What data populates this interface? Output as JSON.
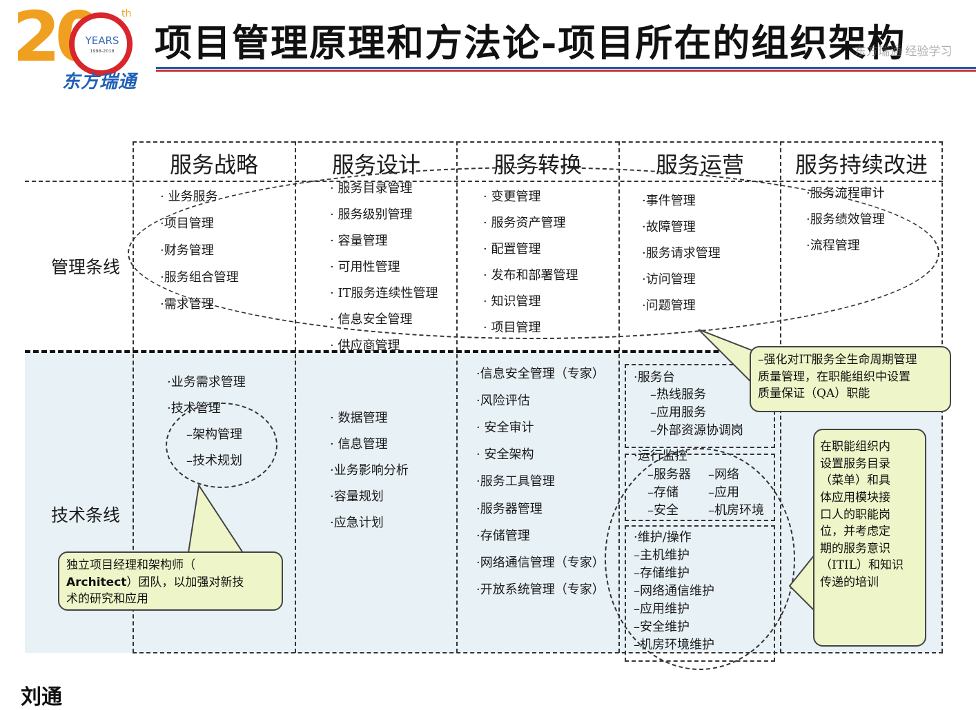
{
  "header": {
    "logo": {
      "number": "20",
      "sup": "th",
      "years": "YEARS",
      "sub": "1998-2018",
      "name": "东方瑞通"
    },
    "title": "项目管理原理和方法论-项目所在的组织架构",
    "watermark": "东方瑞通   经验学习"
  },
  "columns": [
    "服务战略",
    "服务设计",
    "服务转换",
    "服务运营",
    "服务持续改进"
  ],
  "rows": [
    "管理条线",
    "技术条线"
  ],
  "management": {
    "strategy": [
      "· 业务服务",
      "·项目管理",
      "·财务管理",
      "·服务组合管理",
      "·需求管理"
    ],
    "design": [
      "· 服务目录管理",
      "· 服务级别管理",
      "· 容量管理",
      "· 可用性管理",
      "· IT服务连续性管理",
      "· 信息安全管理",
      "· 供应商管理"
    ],
    "transition": [
      "· 变更管理",
      "· 服务资产管理",
      "· 配置管理",
      "· 发布和部署管理",
      "· 知识管理",
      "· 项目管理"
    ],
    "operation": [
      "·事件管理",
      "·故障管理",
      "·服务请求管理",
      "·访问管理",
      "·问题管理"
    ],
    "improvement": [
      "·服务流程审计",
      "·服务绩效管理",
      "·流程管理"
    ]
  },
  "technical": {
    "strategy": [
      "·业务需求管理",
      "·技术管理",
      "–架构管理",
      "–技术规划"
    ],
    "design": [
      "· 数据管理",
      "· 信息管理",
      "·业务影响分析",
      "·容量规划",
      "·应急计划"
    ],
    "transition": [
      "·信息安全管理（专家）",
      "·风险评估",
      "· 安全审计",
      "· 安全架构",
      "·服务工具管理",
      "·服务器管理",
      "·存储管理",
      "·网络通信管理（专家）",
      "·开放系统管理（专家）"
    ],
    "operation": {
      "service_desk": [
        "·服务台",
        "–热线服务",
        "–应用服务",
        "–外部资源协调岗"
      ],
      "monitoring": [
        "·运行监控",
        "–服务器",
        "–网络",
        "–存储",
        "–应用",
        "–安全",
        "–机房环境"
      ],
      "maintenance": [
        "·维护/操作",
        "–主机维护",
        "–存储维护",
        "–网络通信维护",
        "–应用维护",
        "–安全维护",
        "–机房环境维护"
      ]
    }
  },
  "callouts": {
    "qa": {
      "line1": "–强化对IT服务全生命周期管理",
      "line2": "质量管理，在职能组织中设置",
      "line3": "质量保证（QA）职能"
    },
    "architect": {
      "line1": "独立项目经理和架构师（",
      "line2_bold": "Architect",
      "line2": "）团队，以加强对新技",
      "line3": "术的研究和应用"
    },
    "catalog": [
      "在职能组织内",
      "设置服务目录",
      "（菜单）和具",
      "体应用模块接",
      "口人的职能岗",
      "位，并考虑定",
      "期的服务意识",
      "（ITIL）和知识",
      "传递的培训"
    ]
  },
  "signature": "刘通",
  "colors": {
    "band": "#e8f1f6",
    "callout_fill": "#eef5c8",
    "rule_blue": "#1d5fae",
    "rule_red": "#c9302c",
    "logo_orange": "#f0a020",
    "logo_red": "#d8262c",
    "logo_blue": "#1f60b8"
  }
}
